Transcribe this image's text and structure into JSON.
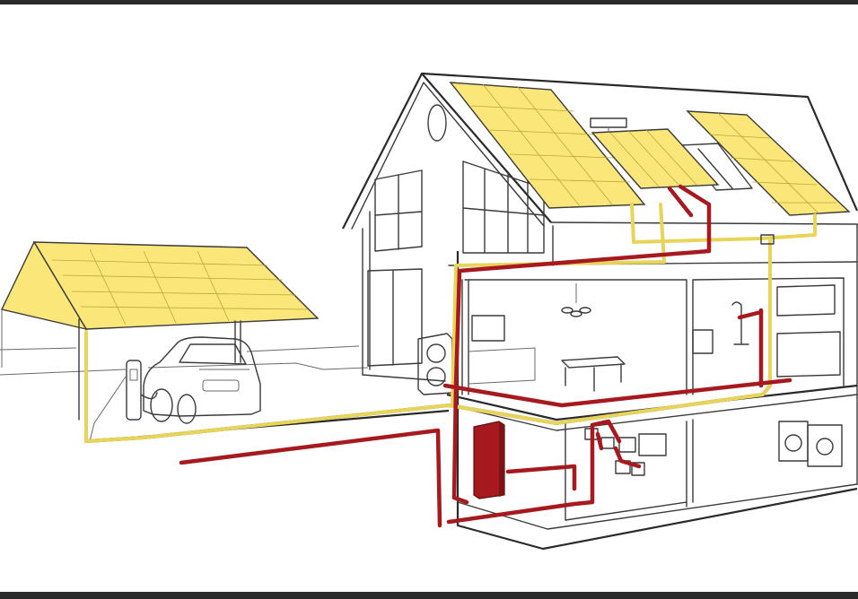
{
  "colors": {
    "solar_panel": "#FBE67A",
    "pv_cable": "#E9D45A",
    "grid_cable": "#A6191E",
    "outline": "#3a3a3a",
    "frame_bar": "#2b2b2b",
    "background": "#ffffff"
  },
  "icons": [
    "house-outline",
    "carport-outline",
    "electric-car",
    "wall-charger",
    "roof-solar-panels",
    "solar-thermal-collector",
    "home-battery",
    "heat-pump",
    "washing-machine",
    "dryer",
    "ceiling-lamp",
    "shower",
    "tv",
    "table"
  ]
}
